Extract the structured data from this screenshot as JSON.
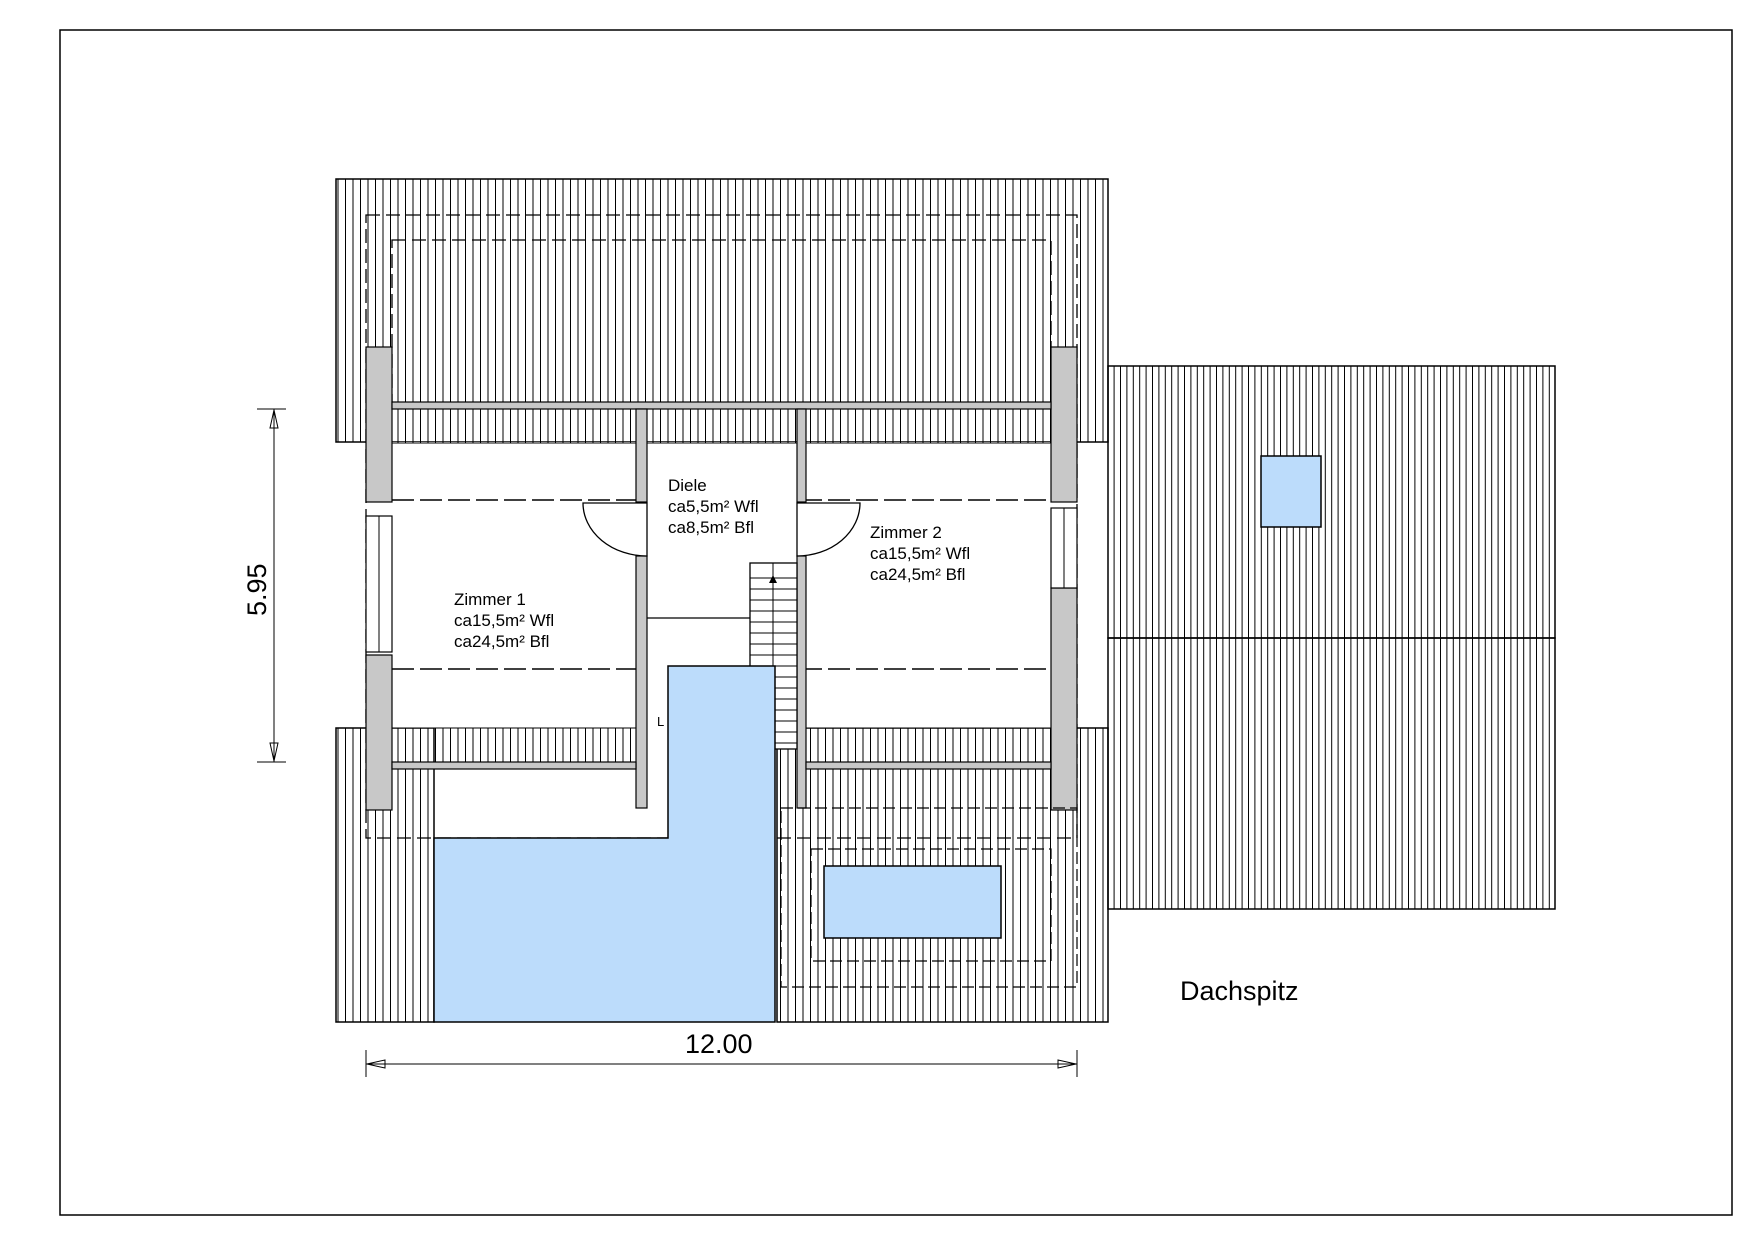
{
  "rooms": {
    "diele": {
      "name": "Diele",
      "wfl": "ca5,5m² Wfl",
      "bfl": "ca8,5m² Bfl"
    },
    "zimmer2": {
      "name": "Zimmer 2",
      "wfl": "ca15,5m² Wfl",
      "bfl": "ca24,5m² Bfl"
    },
    "zimmer1": {
      "name": "Zimmer 1",
      "wfl": "ca15,5m² Wfl",
      "bfl": "ca24,5m² Bfl"
    },
    "luft_fragment": "L"
  },
  "dimensions": {
    "height": "5.95",
    "width": "12.00"
  },
  "section_label": "Dachspitz",
  "colors": {
    "glass": "#bcdcfb",
    "wall": "#c8c8c8",
    "line": "#000000",
    "hatch": "#000000"
  }
}
